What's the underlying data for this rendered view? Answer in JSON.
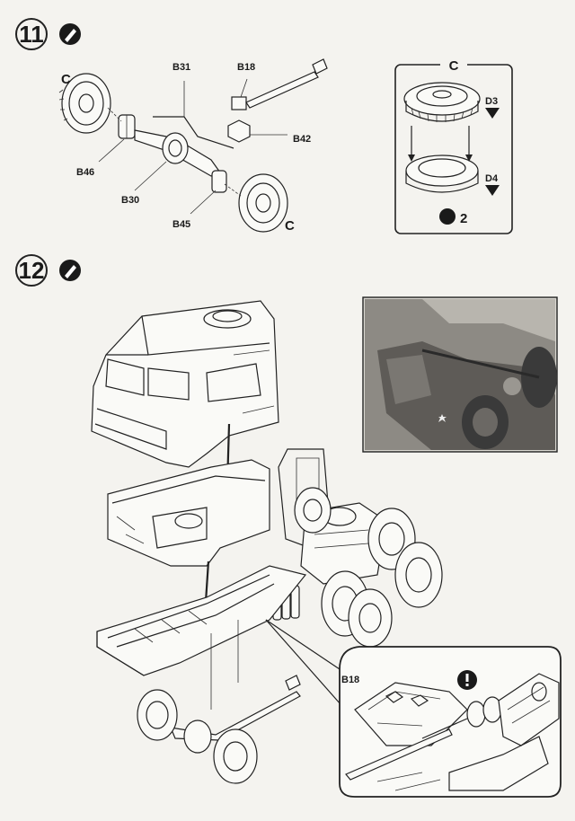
{
  "steps": [
    {
      "number": "11",
      "icon": "glue-icon"
    },
    {
      "number": "12",
      "icon": "glue-icon"
    }
  ],
  "step11": {
    "labels": {
      "c_left": "C",
      "b31": "B31",
      "b18": "B18",
      "b42": "B42",
      "b46": "B46",
      "b30": "B30",
      "b45": "B45",
      "c_right": "C"
    }
  },
  "detail_c": {
    "title": "C",
    "d3": "D3",
    "d4": "D4",
    "count": "2"
  },
  "step12": {
    "labels": {
      "b18": "B18"
    }
  },
  "colors": {
    "paper": "#f4f3ef",
    "ink": "#1a1a1a",
    "photo_dark": "#3a3a3a"
  }
}
